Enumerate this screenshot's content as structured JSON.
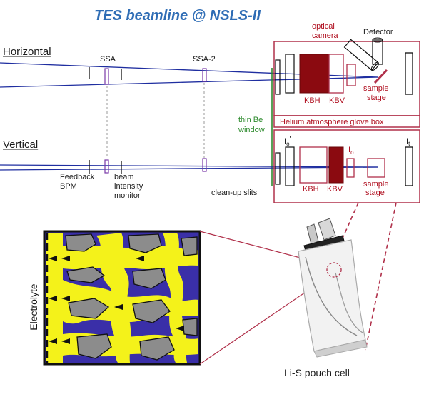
{
  "title": "TES  beamline @ NSLS-II",
  "colors": {
    "title": "#2f6db5",
    "beam": "#1f2ea0",
    "box": "#b0304a",
    "component_outline": "#b0304a",
    "component_dark": "#8b0a10",
    "be_window": "#2e8b2e",
    "text": "#1a1a1a",
    "red_text": "#b01020",
    "electrolyte_blue": "#3a2fa8",
    "electrolyte_yellow": "#f4f21a",
    "particle_gray": "#8c8c8c",
    "slab_fill": "#e2ded8"
  },
  "horizontal": {
    "label": "Horizontal",
    "ssa": "SSA",
    "ssa2": "SSA-2",
    "optical_camera": "optical\ncamera",
    "detector": "Detector",
    "kbh": "KBH",
    "kbv": "KBV",
    "sample_stage": "sample\nstage",
    "glove_box": "Helium atmosphere glove box",
    "be_window": "thin Be\nwindow"
  },
  "vertical": {
    "label": "Vertical",
    "feedback_bpm": "Feedback\nBPM",
    "beam_monitor": "beam\nintensity\nmonitor",
    "cleanup_slits": "clean-up slits",
    "i0_prime": "I",
    "i0_prime_sub": "o",
    "i0_prime_mark": "'",
    "i0": "I",
    "i0_sub": "o",
    "it": "I",
    "it_sub": "t",
    "kbh": "KBH",
    "kbv": "KBV",
    "sample_stage": "sample\nstage"
  },
  "electrode": {
    "axis_label": "Electrolyte"
  },
  "pouch": {
    "caption": "Li-S pouch cell"
  }
}
